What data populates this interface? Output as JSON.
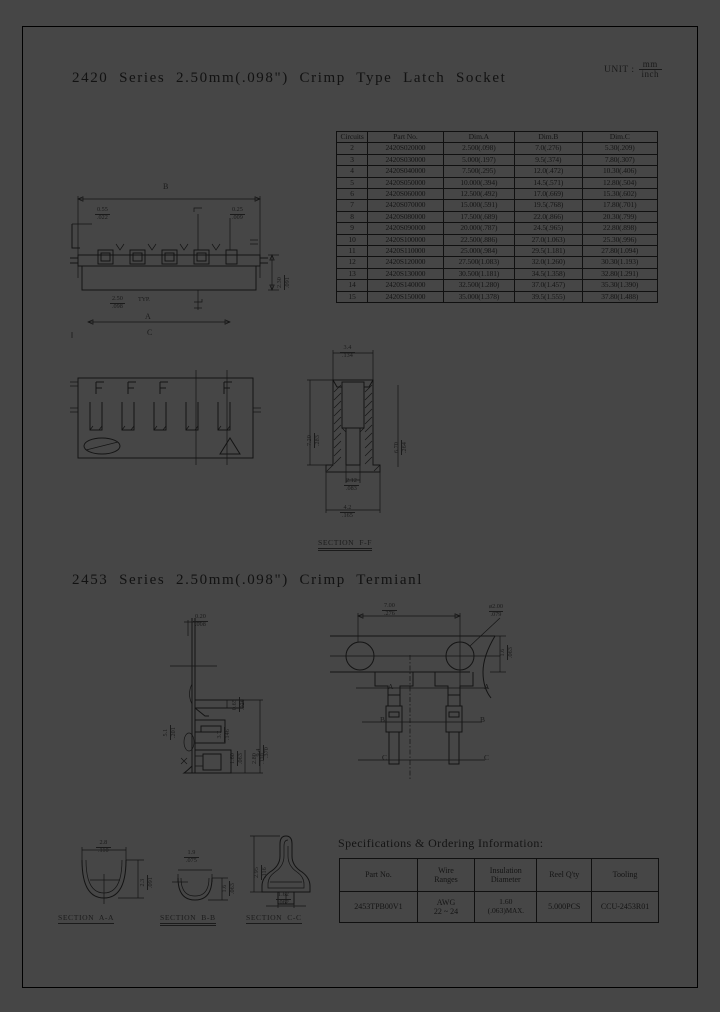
{
  "document": {
    "unit_label": "UNIT :",
    "unit_numerator": "mm",
    "unit_denominator": "inch",
    "background_color": "#464646",
    "ink_color": "#141414"
  },
  "section1": {
    "title": "2420  Series  2.50mm(.098\")  Crimp  Type  Latch  Socket",
    "table": {
      "headers": [
        "Circuits",
        "Part No.",
        "Dim.A",
        "Dim.B",
        "Dim.C"
      ],
      "rows": [
        [
          "2",
          "2420S020000",
          "2.500(.098)",
          "7.0(.276)",
          "5.30(.209)"
        ],
        [
          "3",
          "2420S030000",
          "5.000(.197)",
          "9.5(.374)",
          "7.80(.307)"
        ],
        [
          "4",
          "2420S040000",
          "7.500(.295)",
          "12.0(.472)",
          "10.30(.406)"
        ],
        [
          "5",
          "2420S050000",
          "10.000(.394)",
          "14.5(.571)",
          "12.80(.504)"
        ],
        [
          "6",
          "2420S060000",
          "12.500(.492)",
          "17.0(.669)",
          "15.30(.602)"
        ],
        [
          "7",
          "2420S070000",
          "15.000(.591)",
          "19.5(.768)",
          "17.80(.701)"
        ],
        [
          "8",
          "2420S080000",
          "17.500(.689)",
          "22.0(.866)",
          "20.30(.799)"
        ],
        [
          "9",
          "2420S090000",
          "20.000(.787)",
          "24.5(.965)",
          "22.80(.898)"
        ],
        [
          "10",
          "2420S100000",
          "22.500(.886)",
          "27.0(1.063)",
          "25.30(.996)"
        ],
        [
          "11",
          "2420S110000",
          "25.000(.984)",
          "29.5(1.181)",
          "27.80(1.094)"
        ],
        [
          "12",
          "2420S120000",
          "27.500(1.083)",
          "32.0(1.260)",
          "30.30(1.193)"
        ],
        [
          "13",
          "2420S130000",
          "30.500(1.181)",
          "34.5(1.358)",
          "32.80(1.291)"
        ],
        [
          "14",
          "2420S140000",
          "32.500(1.280)",
          "37.0(1.457)",
          "35.30(1.390)"
        ],
        [
          "15",
          "2420S150000",
          "35.000(1.378)",
          "39.5(1.555)",
          "37.80(1.488)"
        ]
      ]
    },
    "front_view": {
      "dim_b": "B",
      "dim_a": "A",
      "dim_c": "C",
      "thk_num": "0.55",
      "thk_den": ".022",
      "pin_num": "0.25",
      "pin_den": ".009",
      "pitch_num": "2.50",
      "pitch_den": ".098",
      "pitch_typ": "TYP.",
      "height_num": "2.30",
      "height_den": ".091"
    },
    "section_ff": {
      "label": "SECTION  F-F",
      "w_num": "3.4",
      "w_den": ".134",
      "h_num": "7.20",
      "h_den": ".283",
      "h2_num": "6.70",
      "h2_den": ".264",
      "slot_num": "2.12",
      "slot_den": ".083",
      "base_num": "4.2",
      "base_den": ".165"
    }
  },
  "section2": {
    "title": "2453  Series  2.50mm(.098\")  Crimp  Termianl",
    "side_view": {
      "tab_num": "0.20",
      "tab_den": ".008",
      "d1_num": "0.65",
      "d1_den": ".026",
      "d2_num": "3.7",
      "d2_den": ".146",
      "d3_num": "1.60",
      "d3_den": ".063",
      "d4_num": "2.80",
      "d4_den": ".110",
      "h_num": "9.4",
      "h_den": ".370",
      "t_num": "5.1",
      "t_den": ".201"
    },
    "top_view": {
      "pitch_num": "7.00",
      "pitch_den": ".276",
      "hole_num": "ø2.00",
      "hole_den": ".079",
      "w_num": "1.6",
      "w_den": ".063",
      "marker_a_left": "A",
      "marker_a_right": "A",
      "marker_b_left": "B",
      "marker_b_right": "B",
      "marker_c_left": "C",
      "marker_c_right": "C"
    },
    "section_aa": {
      "label": "SECTION  A-A",
      "w_num": "2.8",
      "w_den": ".110",
      "h_num": "2.3",
      "h_den": ".091"
    },
    "section_bb": {
      "label": "SECTION  B-B",
      "w_num": "1.9",
      "w_den": ".075",
      "h_num": "1.6",
      "h_den": ".063"
    },
    "section_cc": {
      "label": "SECTION  C-C",
      "h_num": "2.95",
      "h_den": ".116",
      "w_num": "1.62",
      "w_den": ".062"
    },
    "spec": {
      "title": "Specifications & Ordering Information:",
      "headers": {
        "part_no": "Part No.",
        "wire_ranges_l1": "Wire",
        "wire_ranges_l2": "Ranges",
        "insulation_l1": "Insulation",
        "insulation_l2": "Diameter",
        "reel_qty": "Reel Q'ty",
        "tooling": "Tooling"
      },
      "row": {
        "part_no": "2453TPB00V1",
        "wire_l1": "AWG",
        "wire_l2": "22 ~ 24",
        "ins_l1": "1.60",
        "ins_l2": "(.063)",
        "ins_max": "MAX.",
        "reel_qty": "5.000PCS",
        "tooling": "CCU-2453R01"
      }
    }
  }
}
